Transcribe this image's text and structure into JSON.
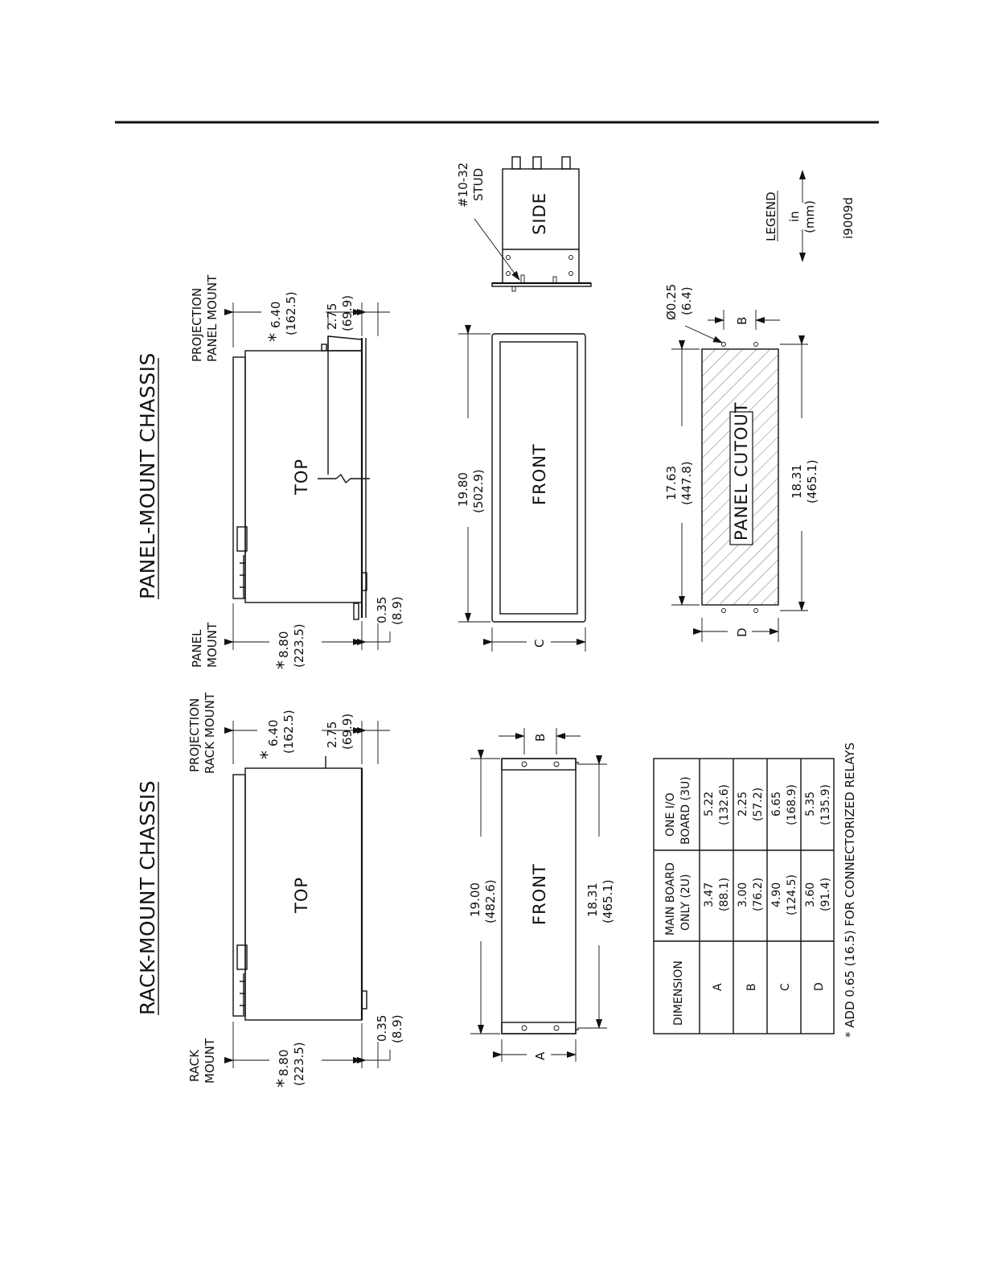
{
  "header_rule": true,
  "drawing_id": "i9009d",
  "legend": {
    "title": "LEGEND",
    "unit_in": "in",
    "unit_mm": "(mm)"
  },
  "rack": {
    "title": "RACK-MOUNT CHASSIS",
    "top_label": "TOP",
    "front_label": "FRONT",
    "rack_mount_label": [
      "RACK",
      "MOUNT"
    ],
    "projection_label": [
      "PROJECTION",
      "RACK MOUNT"
    ],
    "dim_880": {
      "star": "*",
      "in": "8.80",
      "mm": "(223.5)"
    },
    "dim_640": {
      "star": "*",
      "in": "6.40",
      "mm": "(162.5)"
    },
    "dim_275": {
      "in": "2.75",
      "mm": "(69.9)"
    },
    "dim_035": {
      "in": "0.35",
      "mm": "(8.9)"
    },
    "dim_1900": {
      "in": "19.00",
      "mm": "(482.6)"
    },
    "dim_1831": {
      "in": "18.31",
      "mm": "(465.1)"
    },
    "letter_a": "A",
    "letter_b": "B"
  },
  "panel": {
    "title": "PANEL-MOUNT CHASSIS",
    "top_label": "TOP",
    "front_label": "FRONT",
    "side_label": "SIDE",
    "cutout_label": "PANEL CUTOUT",
    "panel_mount_label": [
      "PANEL",
      "MOUNT"
    ],
    "projection_label": [
      "PROJECTION",
      "PANEL MOUNT"
    ],
    "stud_label": [
      "#10-32",
      "STUD"
    ],
    "hole_label": {
      "in": "Ø0.25",
      "mm": "(6.4)"
    },
    "dim_880": {
      "star": "*",
      "in": "8.80",
      "mm": "(223.5)"
    },
    "dim_640": {
      "star": "*",
      "in": "6.40",
      "mm": "(162.5)"
    },
    "dim_275": {
      "in": "2.75",
      "mm": "(69.9)"
    },
    "dim_035": {
      "in": "0.35",
      "mm": "(8.9)"
    },
    "dim_1980": {
      "in": "19.80",
      "mm": "(502.9)"
    },
    "dim_1763": {
      "in": "17.63",
      "mm": "(447.8)"
    },
    "dim_1831": {
      "in": "18.31",
      "mm": "(465.1)"
    },
    "letter_b": "B",
    "letter_c": "C",
    "letter_d": "D"
  },
  "table": {
    "headers": [
      [
        "DIMENSION"
      ],
      [
        "MAIN BOARD",
        "ONLY (2U)"
      ],
      [
        "ONE I/O",
        "BOARD (3U)"
      ]
    ],
    "rows": [
      {
        "dim": "A",
        "main_in": "3.47",
        "main_mm": "(88.1)",
        "io_in": "5.22",
        "io_mm": "(132.6)"
      },
      {
        "dim": "B",
        "main_in": "3.00",
        "main_mm": "(76.2)",
        "io_in": "2.25",
        "io_mm": "(57.2)"
      },
      {
        "dim": "C",
        "main_in": "4.90",
        "main_mm": "(124.5)",
        "io_in": "6.65",
        "io_mm": "(168.9)"
      },
      {
        "dim": "D",
        "main_in": "3.60",
        "main_mm": "(91.4)",
        "io_in": "5.35",
        "io_mm": "(135.9)"
      }
    ],
    "footnote": "* ADD 0.65 (16.5) FOR CONNECTORIZED RELAYS"
  }
}
